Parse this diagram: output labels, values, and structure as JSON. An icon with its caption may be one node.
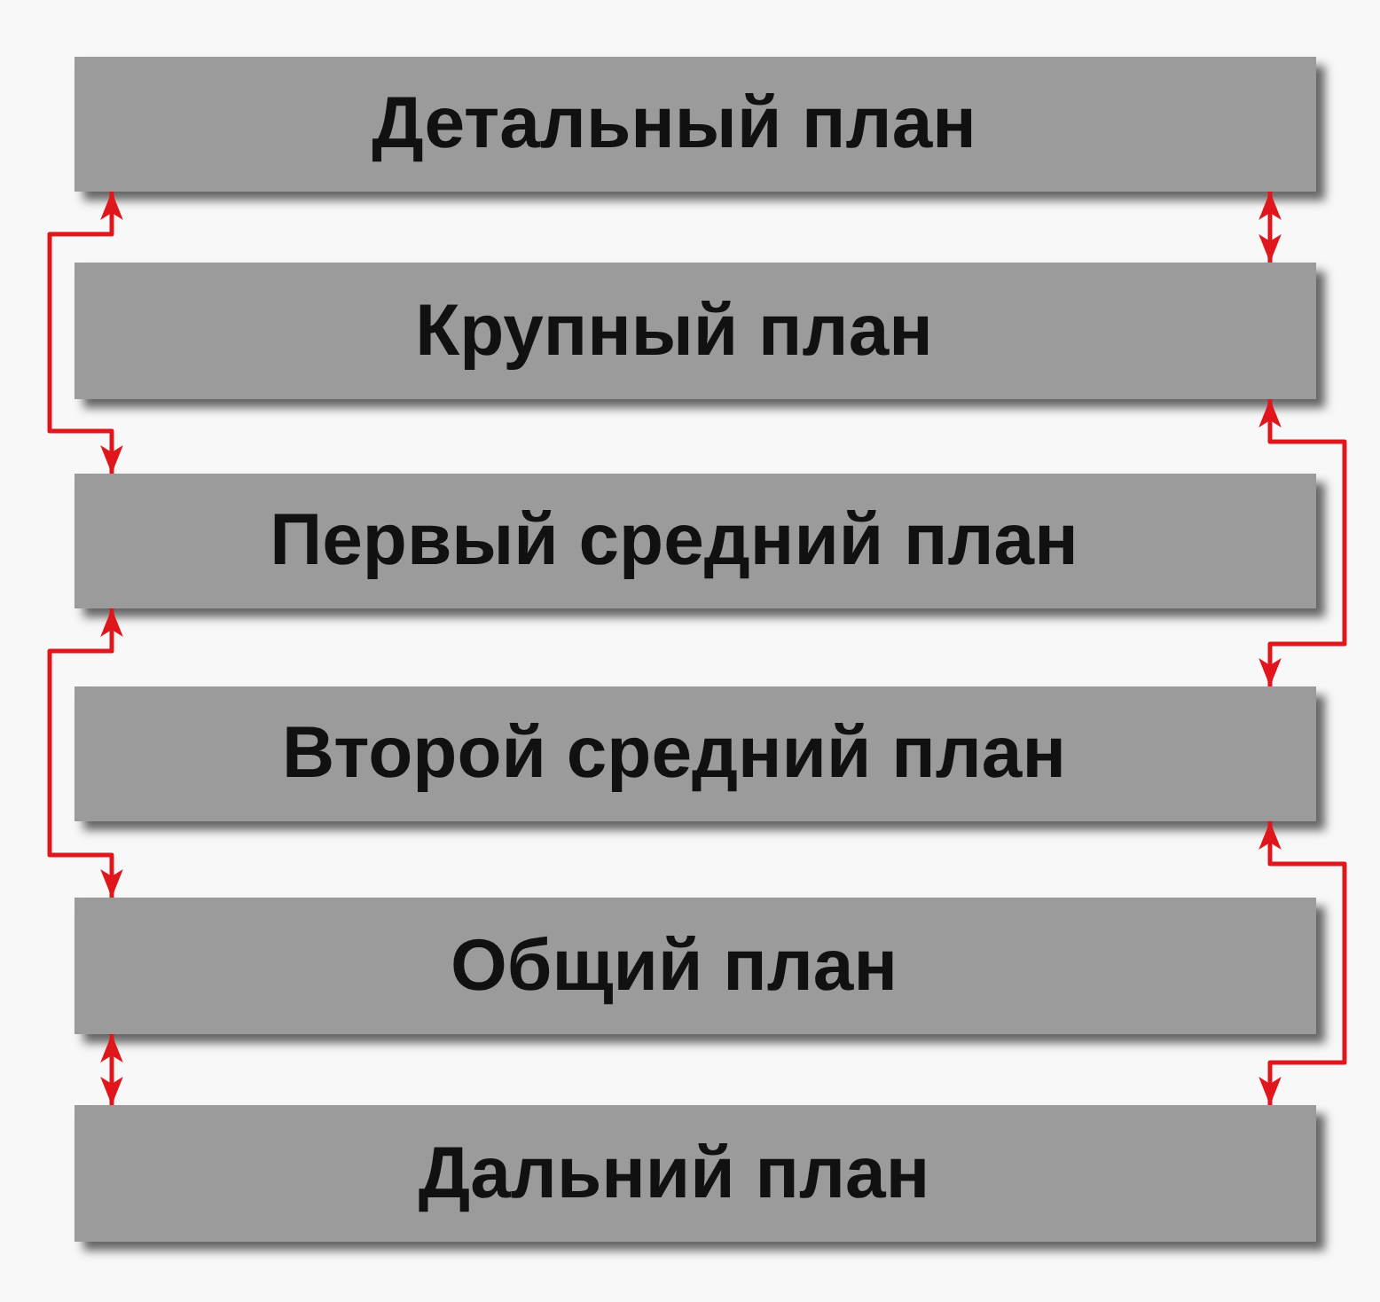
{
  "diagram": {
    "nodes": [
      {
        "text": [
          "Детальный план"
        ]
      },
      {
        "text": [
          "Крупный план"
        ]
      },
      {
        "text": [
          "Первый средний план"
        ]
      },
      {
        "text": [
          "Второй средний план"
        ]
      },
      {
        "text": [
          "Общий план"
        ]
      },
      {
        "text": [
          "Дальний план"
        ]
      }
    ],
    "edges": [
      {
        "from": 0,
        "to": 1,
        "arrow": "both"
      },
      {
        "from": 0,
        "to": 2,
        "arrow": "both"
      },
      {
        "from": 1,
        "to": 3,
        "arrow": "both"
      },
      {
        "from": 2,
        "to": 4,
        "arrow": "both"
      },
      {
        "from": 3,
        "to": 5,
        "arrow": "both"
      },
      {
        "from": 4,
        "to": 5,
        "arrow": "both"
      }
    ]
  }
}
